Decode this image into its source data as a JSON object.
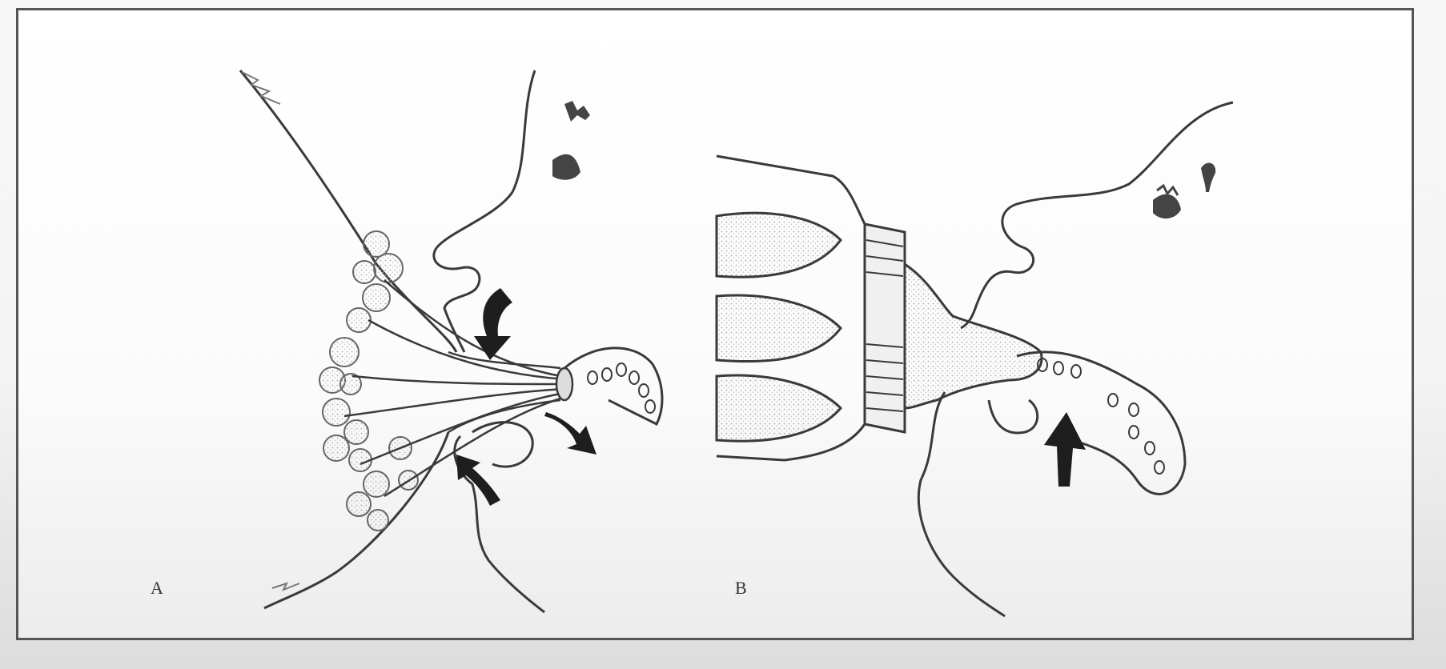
{
  "figure": {
    "panels": [
      {
        "id": "A",
        "label": "A",
        "subject": "breastfeeding"
      },
      {
        "id": "B",
        "label": "B",
        "subject": "bottle-feeding"
      }
    ],
    "colors": {
      "line": "#3a3a3a",
      "arrow": "#1e1e1e",
      "stipple": "#bdbdbd",
      "frame": "#555555"
    }
  }
}
